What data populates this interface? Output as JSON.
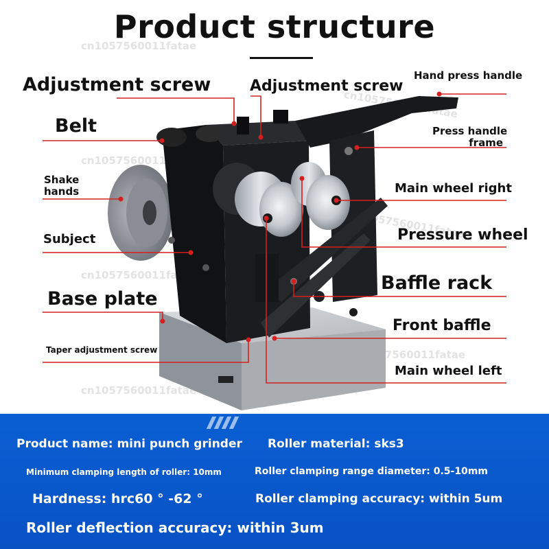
{
  "title": "Product structure",
  "watermark": "cn1057560011fatae",
  "labels": {
    "adjustment_screw_left": "Adjustment screw",
    "adjustment_screw_center": "Adjustment screw",
    "hand_press_handle": "Hand press handle",
    "belt": "Belt",
    "press_handle_frame_1": "Press handle",
    "press_handle_frame_2": "frame",
    "shake_hands_1": "Shake",
    "shake_hands_2": "hands",
    "main_wheel_right": "Main wheel right",
    "subject": "Subject",
    "pressure_wheel": "Pressure wheel",
    "baffle_rack": "Baffle rack",
    "base_plate": "Base plate",
    "front_baffle": "Front baffle",
    "taper_adjustment_screw": "Taper adjustment screw",
    "main_wheel_left": "Main wheel left"
  },
  "specs": {
    "product_name": "Product name: mini punch grinder",
    "roller_material": "Roller material: sks3",
    "min_clamping": "Minimum clamping length of roller: 10mm",
    "clamping_range": "Roller clamping range diameter: 0.5-10mm",
    "hardness": "Hardness: hrc60 ° -62 °",
    "clamping_accuracy": "Roller clamping accuracy: within 5um",
    "deflection_accuracy": "Roller deflection accuracy: within 3um"
  },
  "colors": {
    "leader_red": "#d42020",
    "panel_blue": "#0a5fd3",
    "machine_black": "#1b1c1f",
    "steel": "#c9ccd1"
  }
}
